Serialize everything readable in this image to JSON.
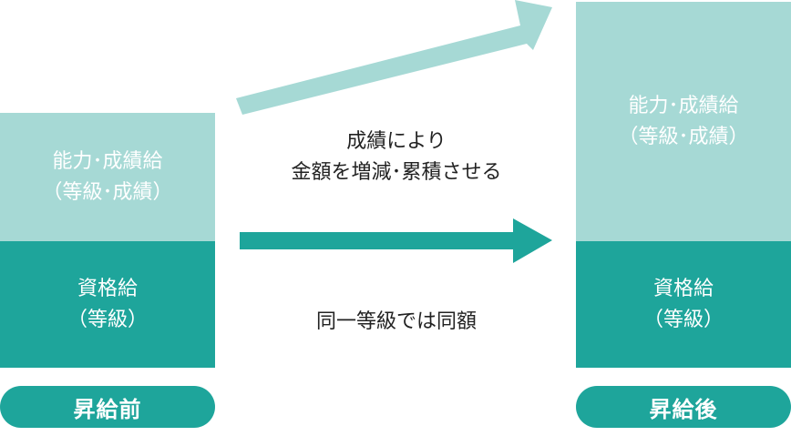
{
  "colors": {
    "light_teal": "#a6d9d5",
    "dark_teal": "#1ea59b"
  },
  "before": {
    "performance_block": {
      "line1": "能力･成績給",
      "line2": "（等級･成績）"
    },
    "base_block": {
      "line1": "資格給",
      "line2": "（等級）"
    },
    "label": "昇給前"
  },
  "after": {
    "performance_block": {
      "line1": "能力･成績給",
      "line2": "（等級･成績）"
    },
    "base_block": {
      "line1": "資格給",
      "line2": "（等級）"
    },
    "label": "昇給後"
  },
  "middle": {
    "upper_caption": {
      "line1": "成績により",
      "line2": "金額を増減･累積させる"
    },
    "lower_caption": "同一等級では同額"
  }
}
